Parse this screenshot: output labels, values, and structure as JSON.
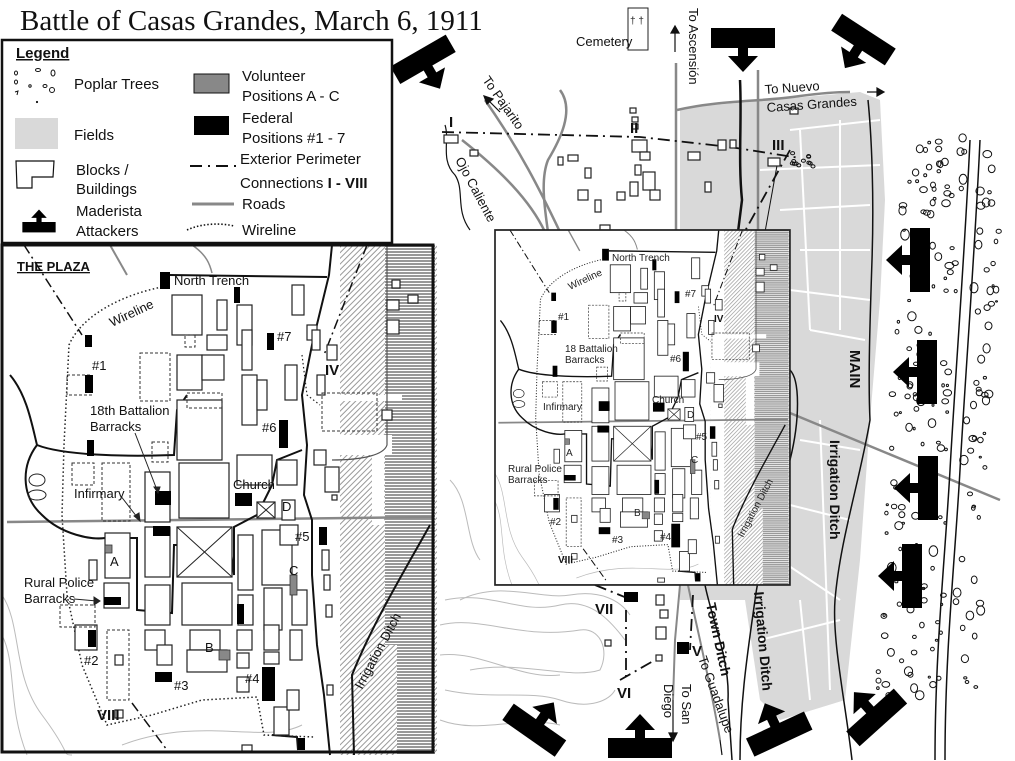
{
  "title": "Battle of Casas Grandes, March 6, 1911",
  "legend": {
    "heading": "Legend",
    "poplar_trees": "Poplar Trees",
    "fields": "Fields",
    "blocks_line1": "Blocks /",
    "blocks_line2": "Buildings",
    "attackers_line1": "Maderista",
    "attackers_line2": "Attackers",
    "volunteer_line1": "Volunteer",
    "volunteer_line2": "Positions A - C",
    "federal_line1": "Federal",
    "federal_line2": "Positions #1 - 7",
    "perimeter_line1": "Exterior Perimeter",
    "perimeter_line2": "Connections",
    "perimeter_range": "I - VIII",
    "roads": "Roads",
    "wireline": "Wireline"
  },
  "inset": {
    "heading": "THE PLAZA",
    "north_trench": "North Trench",
    "wireline": "Wireline",
    "battalion_line1": "18th Battalion",
    "battalion_line2": "Barracks",
    "infirmary": "Infirmary",
    "church": "Church",
    "rural_line1": "Rural Police",
    "rural_line2": "Barracks",
    "irrigation_ditch": "Irrigation Ditch",
    "positions": [
      "#1",
      "#2",
      "#3",
      "#4",
      "#5",
      "#6",
      "#7"
    ],
    "volunteers": [
      "A",
      "B",
      "C",
      "D"
    ],
    "roman": [
      "IV",
      "VIII"
    ]
  },
  "main": {
    "cemetery": "Cemetery",
    "cemetery_crosses": "† †",
    "to_ascension": "To Ascensión",
    "to_pajarito": "To Pajarito",
    "to_nuevo_line1": "To Nuevo",
    "to_nuevo_line2": "Casas Grandes",
    "ojo_caliente": "Ojo Caliente",
    "main_ditch": "MAIN",
    "irrigation_ditch_right": "Irrigation Ditch",
    "irrigation_ditch_bottom": "Irrigation Ditch",
    "town_ditch": "Town Ditch",
    "to_guadalupe": "To Guadalupe",
    "to_san_line1": "To San",
    "to_san_line2": "Diego",
    "box_north_trench": "North Trench",
    "box_wireline": "Wireline",
    "box_battalion_line1": "18 Battalion",
    "box_battalion_line2": "Barracks",
    "box_infirmary": "Infirmary",
    "box_church": "Church",
    "box_rural_line1": "Rural Police",
    "box_rural_line2": "Barracks",
    "box_irrigation": "Irrigation Ditch",
    "roman": [
      "I",
      "II",
      "III",
      "IV",
      "V",
      "VI",
      "VII",
      "VIII"
    ],
    "positions": [
      "#1",
      "#2",
      "#3",
      "#4",
      "#5",
      "#6",
      "#7"
    ],
    "volunteers": [
      "A",
      "B",
      "C",
      "D"
    ]
  },
  "colors": {
    "field": "#d9d9d9",
    "federal": "#000000",
    "volunteer": "#888888",
    "road": "#8a8a8a"
  }
}
